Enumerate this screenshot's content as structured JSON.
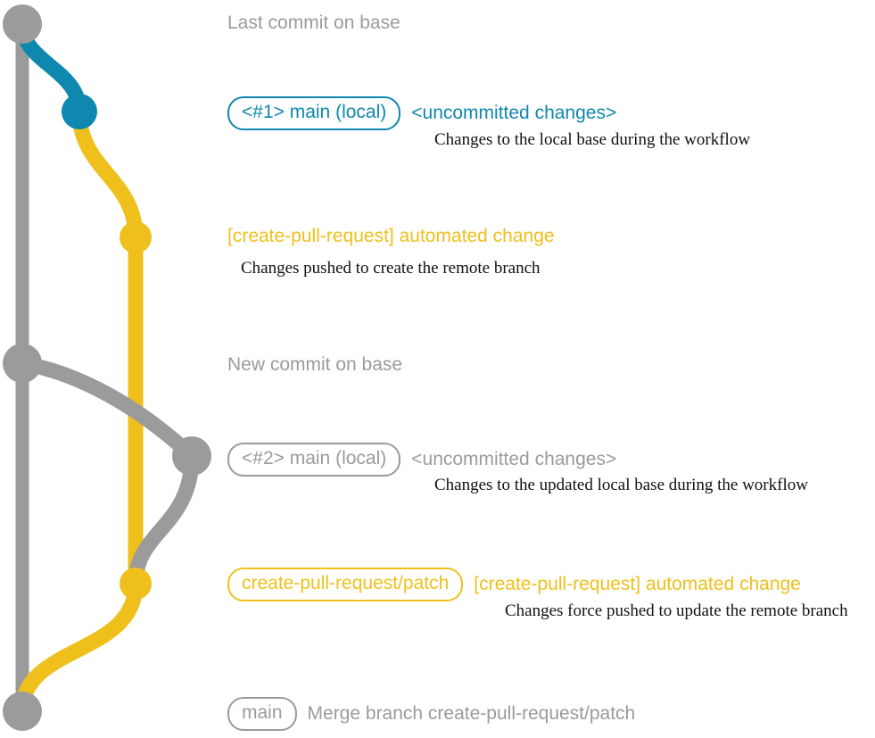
{
  "diagram": {
    "title": "git commit graph for create-pull-request workflow",
    "colors": {
      "base": "#9B9B9B",
      "local": "#0E88AE",
      "patch_branch": "#EFC01C",
      "description_text": "#111111",
      "background": "#FFFFFF"
    },
    "lanes": [
      {
        "name": "base-lane",
        "color": "#9B9B9B"
      },
      {
        "name": "local-lane",
        "color": "#0E88AE"
      },
      {
        "name": "patch-lane",
        "color": "#EFC01C"
      }
    ]
  },
  "rows": [
    {
      "id": "last-commit-on-base",
      "node_color": "#9B9B9B",
      "badge": null,
      "subject": "Last commit on base",
      "subject_color": "#9B9B9B",
      "description": null
    },
    {
      "id": "local-main-1",
      "node_color": "#0E88AE",
      "badge": "<#1> main (local)",
      "badge_color": "#0E88AE",
      "subject": "<uncommitted changes>",
      "subject_color": "#0E88AE",
      "description": "Changes to the local base during the workflow"
    },
    {
      "id": "automated-change-1",
      "node_color": "#EFC01C",
      "badge": null,
      "subject": "[create-pull-request] automated change",
      "subject_color": "#EFC01C",
      "description": "Changes pushed to create the remote branch"
    },
    {
      "id": "new-commit-on-base",
      "node_color": "#9B9B9B",
      "badge": null,
      "subject": "New commit on base",
      "subject_color": "#9B9B9B",
      "description": null
    },
    {
      "id": "local-main-2",
      "node_color": "#9B9B9B",
      "badge": "<#2> main (local)",
      "badge_color": "#9B9B9B",
      "subject": "<uncommitted changes>",
      "subject_color": "#9B9B9B",
      "description": "Changes to the updated local base during the workflow"
    },
    {
      "id": "automated-change-2",
      "node_color": "#EFC01C",
      "badge": "create-pull-request/patch",
      "badge_color": "#EFC01C",
      "subject": "[create-pull-request] automated change",
      "subject_color": "#EFC01C",
      "description": "Changes force pushed to update the remote branch"
    },
    {
      "id": "merge-commit",
      "node_color": "#9B9B9B",
      "badge": "main",
      "badge_color": "#9B9B9B",
      "subject": "Merge branch create-pull-request/patch",
      "subject_color": "#9B9B9B",
      "description": null
    }
  ]
}
